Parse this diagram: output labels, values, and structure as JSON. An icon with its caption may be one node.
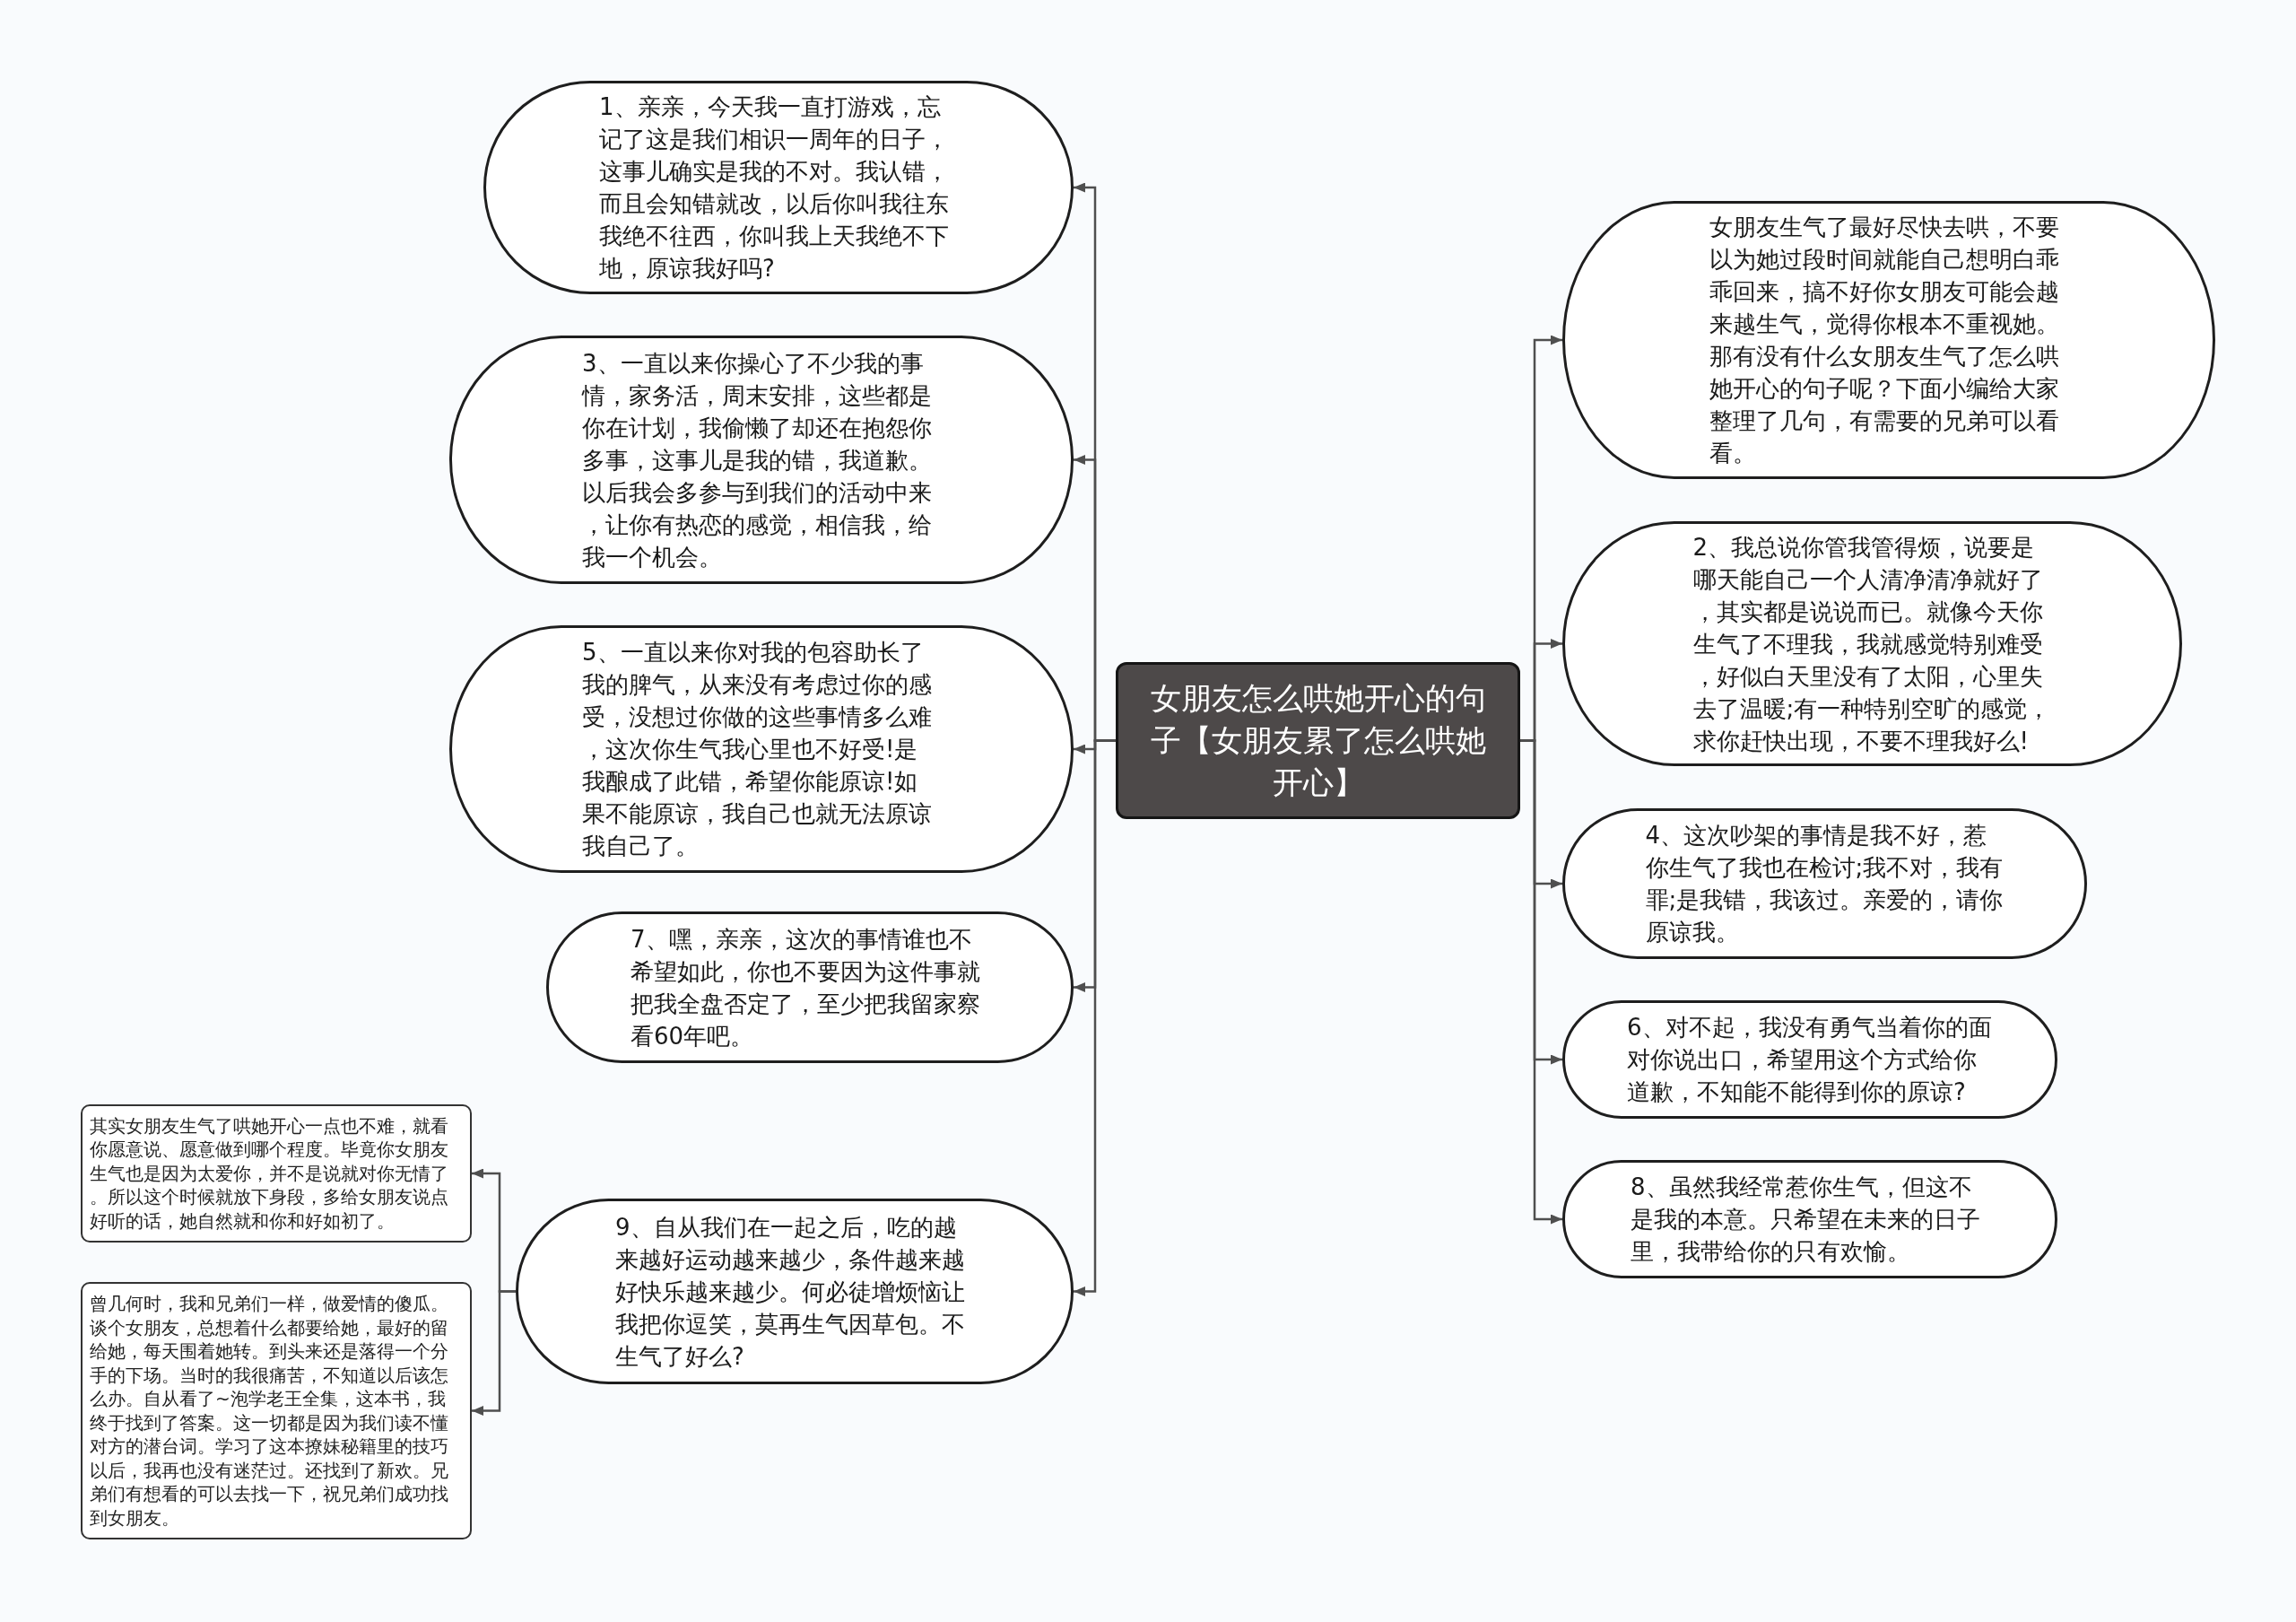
{
  "diagram": {
    "nodes": [
      {
        "text": [
          "女朋友怎么哄她开心的句子【女朋友累了怎么哄她开心】"
        ]
      },
      {
        "text": [
          "女朋友生气了最好尽快去哄，不要以为她过段时间就能自己想明白乖乖回来，搞不好你女朋友可能会越来越生气，觉得你根本不重视她。那有没有什么女朋友生气了怎么哄她开心的句子呢？下面小编给大家整理了几句，有需要的兄弟可以看看。"
        ]
      },
      {
        "text": [
          "2、我总说你管我管得烦，说要是哪天能自己一个人清净清净就好了，其实都是说说而已。就像今天你生气了不理我，我就感觉特别难受，好似白天里没有了太阳，心里失去了温暖;有一种特别空旷的感觉，求你赶快出现，不要不理我好么!"
        ]
      },
      {
        "text": [
          "4、这次吵架的事情是我不好，惹你生气了我也在检讨;我不对，我有罪;是我错，我该过。亲爱的，请你原谅我。"
        ]
      },
      {
        "text": [
          "6、对不起，我没有勇气当着你的面对你说出口，希望用这个方式给你道歉，不知能不能得到你的原谅?"
        ]
      },
      {
        "text": [
          "8、虽然我经常惹你生气，但这不是我的本意。只希望在未来的日子里，我带给你的只有欢愉。"
        ]
      },
      {
        "text": [
          "1、亲亲，今天我一直打游戏，忘记了这是我们相识一周年的日子，这事儿确实是我的不对。我认错，而且会知错就改，以后你叫我往东我绝不往西，你叫我上天我绝不下地，原谅我好吗?"
        ]
      },
      {
        "text": [
          "3、一直以来你操心了不少我的事情，家务活，周末安排，这些都是你在计划，我偷懒了却还在抱怨你多事，这事儿是我的错，我道歉。以后我会多参与到我们的活动中来，让你有热恋的感觉，相信我，给我一个机会。"
        ]
      },
      {
        "text": [
          "5、一直以来你对我的包容助长了我的脾气，从来没有考虑过你的感受，没想过你做的这些事情多么难，这次你生气我心里也不好受!是我酿成了此错，希望你能原谅!如果不能原谅，我自己也就无法原谅我自己了。"
        ]
      },
      {
        "text": [
          "7、嘿，亲亲，这次的事情谁也不希望如此，你也不要因为这件事就把我全盘否定了，至少把我留家察看60年吧。"
        ]
      },
      {
        "text": [
          "9、自从我们在一起之后，吃的越来越好运动越来越少，条件越来越好快乐越来越少。何必徒增烦恼让我把你逗笑，莫再生气因草包。不生气了好么?"
        ]
      },
      {
        "text": [
          "其实女朋友生气了哄她开心一点也不难，就看你愿意说、愿意做到哪个程度。毕竟你女朋友生气也是因为太爱你，并不是说就对你无情了。所以这个时候就放下身段，多给女朋友说点好听的话，她自然就和你和好如初了。"
        ]
      },
      {
        "text": [
          "曾几何时，我和兄弟们一样，做爱情的傻瓜。谈个女朋友，总想着什么都要给她，最好的留给她，每天围着她转。到头来还是落得一个分手的下场。当时的我很痛苦，不知道以后该怎么办。自从看了~泡学老王全集，这本书，我终于找到了答案。这一切都是因为我们读不懂对方的潜台词。学习了这本撩妹秘籍里的技巧以后，我再也没有迷茫过。还找到了新欢。兄弟们有想看的可以去找一下，祝兄弟们成功找到女朋友。"
        ]
      }
    ],
    "edges": [
      {
        "from": 0,
        "to": 1,
        "arrow": "to"
      },
      {
        "from": 0,
        "to": 2,
        "arrow": "to"
      },
      {
        "from": 0,
        "to": 3,
        "arrow": "to"
      },
      {
        "from": 0,
        "to": 4,
        "arrow": "to"
      },
      {
        "from": 0,
        "to": 5,
        "arrow": "to"
      },
      {
        "from": 0,
        "to": 6,
        "arrow": "to"
      },
      {
        "from": 0,
        "to": 7,
        "arrow": "to"
      },
      {
        "from": 0,
        "to": 8,
        "arrow": "to"
      },
      {
        "from": 0,
        "to": 9,
        "arrow": "to"
      },
      {
        "from": 0,
        "to": 10,
        "arrow": "to"
      },
      {
        "from": 10,
        "to": 11,
        "arrow": "to"
      },
      {
        "from": 10,
        "to": 12,
        "arrow": "to"
      }
    ]
  }
}
